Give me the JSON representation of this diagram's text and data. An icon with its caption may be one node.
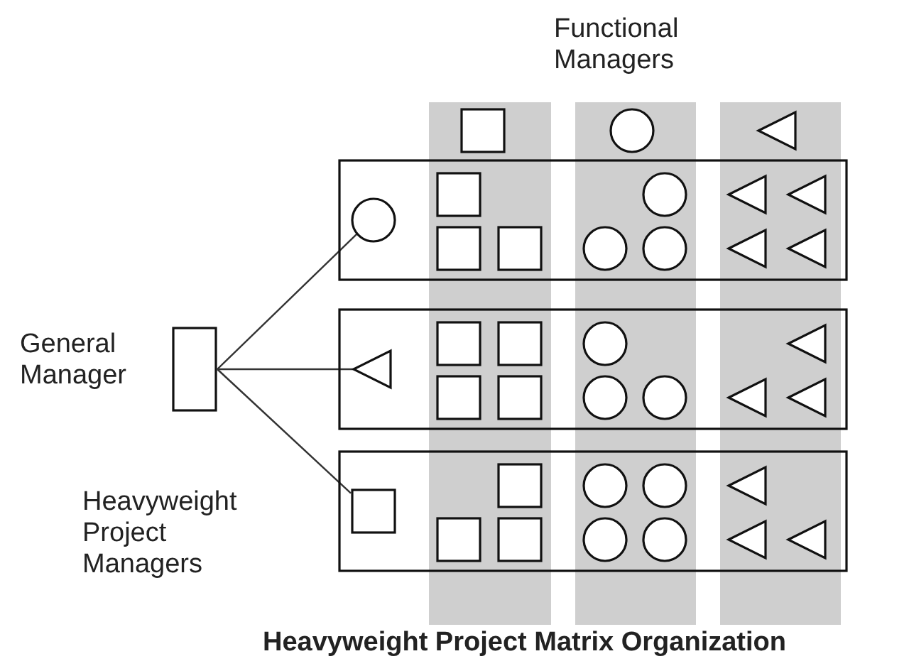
{
  "diagram": {
    "caption": "Heavyweight Project Matrix Organization",
    "nodes": [
      {
        "text": [],
        "shape": "box"
      },
      {
        "text": [],
        "shape": "circle"
      },
      {
        "text": [],
        "shape": "triangle"
      },
      {
        "text": [],
        "shape": "box",
        "beside": [
          "General Manager"
        ]
      },
      {
        "text": [],
        "shape": "box"
      },
      {
        "text": [],
        "shape": "circle",
        "in": 4
      },
      {
        "text": [],
        "shape": "box",
        "in": 4
      },
      {
        "text": [],
        "shape": "circle",
        "in": 4
      },
      {
        "text": [],
        "shape": "triangle",
        "in": 4
      },
      {
        "text": [],
        "shape": "triangle",
        "in": 4
      },
      {
        "text": [],
        "shape": "box",
        "in": 4
      },
      {
        "text": [],
        "shape": "box",
        "in": 4
      },
      {
        "text": [],
        "shape": "circle",
        "in": 4
      },
      {
        "text": [],
        "shape": "circle",
        "in": 4
      },
      {
        "text": [],
        "shape": "triangle",
        "in": 4
      },
      {
        "text": [],
        "shape": "triangle",
        "in": 4
      },
      {
        "text": [],
        "shape": "box"
      },
      {
        "text": [],
        "shape": "triangle",
        "in": 16
      },
      {
        "text": [],
        "shape": "box",
        "in": 16
      },
      {
        "text": [],
        "shape": "box",
        "in": 16
      },
      {
        "text": [],
        "shape": "circle",
        "in": 16
      },
      {
        "text": [],
        "shape": "triangle",
        "in": 16
      },
      {
        "text": [],
        "shape": "box",
        "in": 16
      },
      {
        "text": [],
        "shape": "box",
        "in": 16
      },
      {
        "text": [],
        "shape": "circle",
        "in": 16
      },
      {
        "text": [],
        "shape": "circle",
        "in": 16
      },
      {
        "text": [],
        "shape": "triangle",
        "in": 16
      },
      {
        "text": [],
        "shape": "triangle",
        "in": 16
      },
      {
        "text": [],
        "shape": "box"
      },
      {
        "text": [],
        "shape": "box",
        "in": 28
      },
      {
        "text": [],
        "shape": "box",
        "in": 28
      },
      {
        "text": [],
        "shape": "circle",
        "in": 28
      },
      {
        "text": [],
        "shape": "circle",
        "in": 28
      },
      {
        "text": [],
        "shape": "triangle",
        "in": 28
      },
      {
        "text": [],
        "shape": "box",
        "in": 28
      },
      {
        "text": [],
        "shape": "box",
        "in": 28
      },
      {
        "text": [],
        "shape": "circle",
        "in": 28
      },
      {
        "text": [],
        "shape": "circle",
        "in": 28
      },
      {
        "text": [],
        "shape": "triangle",
        "in": 28
      },
      {
        "text": [],
        "shape": "triangle",
        "in": 28
      }
    ],
    "edges": [
      {
        "from": 3,
        "to": 5,
        "arrow": "none"
      },
      {
        "from": 3,
        "to": 17,
        "arrow": "none"
      },
      {
        "from": 3,
        "to": 29,
        "arrow": "none"
      }
    ],
    "labels": [
      "Functional Managers",
      "Heavyweight Project Managers"
    ]
  }
}
